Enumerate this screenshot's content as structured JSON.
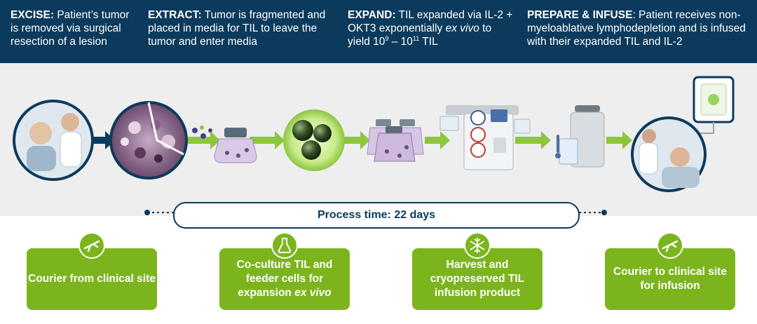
{
  "steps": [
    {
      "title": "EXCISE:",
      "text": "Patient’s tumor is removed via surgical resection of a lesion"
    },
    {
      "title": "EXTRACT:",
      "text": "Tumor is fragmented and placed in media for TIL to leave the tumor and enter media"
    },
    {
      "title": "EXPAND:",
      "text_a": "TIL expanded via IL-2 + OKT3 exponentially",
      "text_em": "ex vivo",
      "text_b": "to yield 10",
      "sup1": "9",
      "text_c": " – 10",
      "sup2": "11",
      "text_d": " TIL"
    },
    {
      "title": "PREPARE & INFUSE",
      "text": ": Patient receives non-myeloablative lymphodepletion and is infused with their expanded TIL and IL-2"
    }
  ],
  "process_time": "Process time: 22 days",
  "boxes": [
    {
      "label": "Courier from clinical site",
      "icon": "airplane-icon"
    },
    {
      "label_a": "Co-culture TIL and feeder cells for expansion",
      "label_em": "ex vivo",
      "icon": "flask-icon"
    },
    {
      "label": "Harvest and cryopreserved TIL infusion product",
      "icon": "snowflake-icon"
    },
    {
      "label": "Courier to clinical site for infusion",
      "icon": "airplane-icon"
    }
  ],
  "colors": {
    "navy": "#0c3a5c",
    "green": "#7cb41e",
    "arrow": "#8cc63f",
    "gray": "#eeeeee"
  }
}
